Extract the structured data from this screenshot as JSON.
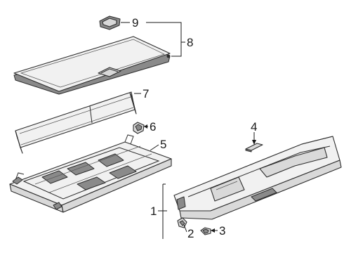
{
  "callouts": {
    "c1": "1",
    "c2": "2",
    "c3": "3",
    "c4": "4",
    "c5": "5",
    "c6": "6",
    "c7": "7",
    "c8": "8",
    "c9": "9"
  },
  "colors": {
    "line": "#2c2c2c",
    "fill_light": "#f1f1f1",
    "fill_mid": "#d9d9d9",
    "fill_dark": "#8a8a8a"
  }
}
